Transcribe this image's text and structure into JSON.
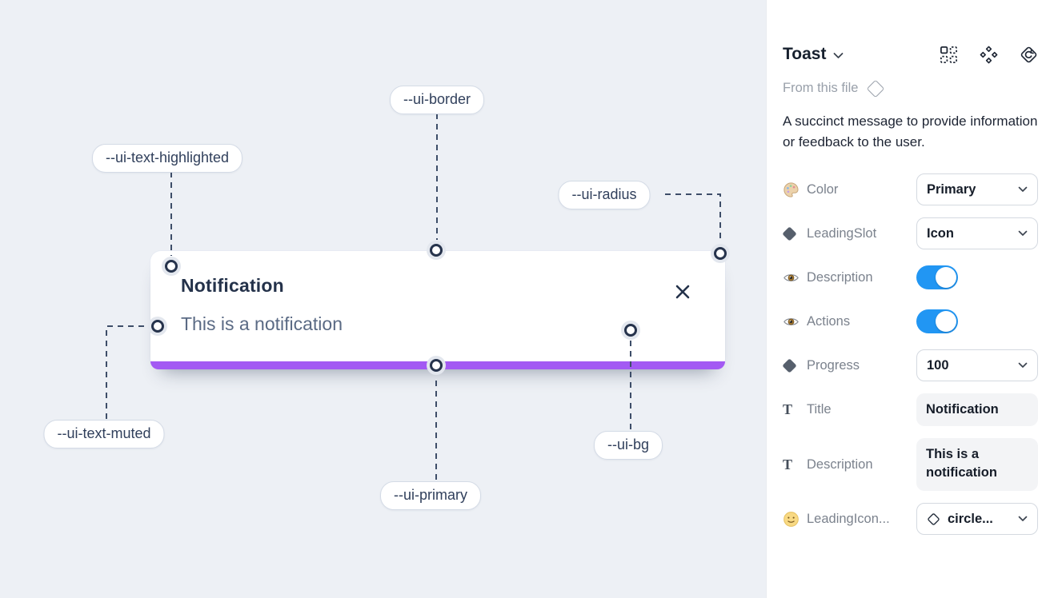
{
  "canvas": {
    "toast": {
      "title": "Notification",
      "description": "This is a notification",
      "close_icon": "close-x"
    },
    "annotations": [
      {
        "label": "--ui-border"
      },
      {
        "label": "--ui-text-highlighted"
      },
      {
        "label": "--ui-radius"
      },
      {
        "label": "--ui-text-muted"
      },
      {
        "label": "--ui-primary"
      },
      {
        "label": "--ui-bg"
      }
    ],
    "colors": {
      "canvas_bg": "#edf0f5",
      "primary_bar": "#a35af3",
      "annotation_line": "#3d4d68",
      "toast_title_text": "#24324a",
      "toast_muted_text": "#5a6a84"
    }
  },
  "panel": {
    "header": {
      "title": "Toast",
      "icons": [
        "variants-grid-icon",
        "component-icon",
        "swap-instance-icon"
      ]
    },
    "source": {
      "label": "From this file",
      "icon": "diamond-outline-icon"
    },
    "description": "A succinct message to provide information or feedback to the user.",
    "glyphs": {
      "text_type": "T"
    },
    "rows": [
      {
        "icon": "palette-icon",
        "label": "Color",
        "control": {
          "type": "select",
          "value": "Primary"
        }
      },
      {
        "icon": "diamond-icon",
        "label": "LeadingSlot",
        "control": {
          "type": "select",
          "value": "Icon"
        }
      },
      {
        "icon": "eye-icon",
        "label": "Description",
        "control": {
          "type": "toggle",
          "value": "on"
        }
      },
      {
        "icon": "eye-icon",
        "label": "Actions",
        "control": {
          "type": "toggle",
          "value": "on"
        }
      },
      {
        "icon": "diamond-icon",
        "label": "Progress",
        "control": {
          "type": "select",
          "value": "100"
        }
      },
      {
        "icon": "text-icon",
        "label": "Title",
        "control": {
          "type": "textfield",
          "value": "Notification"
        }
      },
      {
        "icon": "text-icon",
        "label": "Description",
        "control": {
          "type": "textfield",
          "value": "This is a notification"
        }
      },
      {
        "icon": "smiley-icon",
        "label": "LeadingIcon...",
        "control": {
          "type": "select",
          "icon": "diamond-outline-icon",
          "value": "circle..."
        }
      }
    ],
    "colors": {
      "toggle_on": "#2196f3"
    }
  }
}
